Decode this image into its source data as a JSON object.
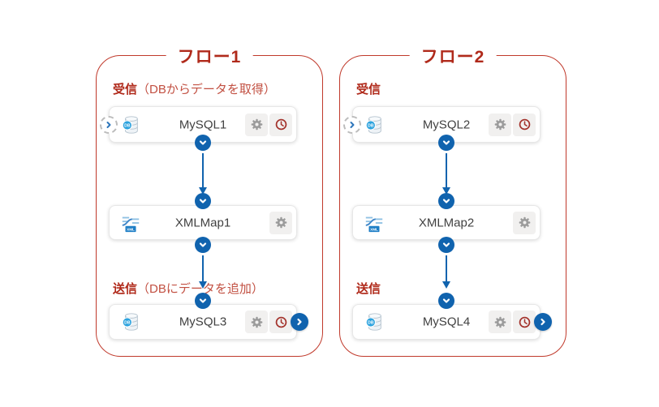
{
  "colors": {
    "frame_border": "#c0392b",
    "heading_red": "#b02a1b",
    "note_red": "#c25042",
    "accent_blue": "#1063ae",
    "clock_red": "#a3322b",
    "gear_gray": "#9b9b9b",
    "node_label_gray": "#414141"
  },
  "flows": [
    {
      "title": "フロー1",
      "receive": {
        "label": "受信",
        "note": "（DBからデータを取得）"
      },
      "send": {
        "label": "送信",
        "note": "（DBにデータを追加）"
      },
      "nodes": [
        {
          "label": "MySQL1",
          "type": "mysql-db"
        },
        {
          "label": "XMLMap1",
          "type": "xml-map"
        },
        {
          "label": "MySQL3",
          "type": "mysql-db"
        }
      ]
    },
    {
      "title": "フロー2",
      "receive": {
        "label": "受信",
        "note": ""
      },
      "send": {
        "label": "送信",
        "note": ""
      },
      "nodes": [
        {
          "label": "MySQL2",
          "type": "mysql-db"
        },
        {
          "label": "XMLMap2",
          "type": "xml-map"
        },
        {
          "label": "MySQL4",
          "type": "mysql-db"
        }
      ]
    }
  ],
  "badges": {
    "db": "DB",
    "xml": "XML"
  }
}
